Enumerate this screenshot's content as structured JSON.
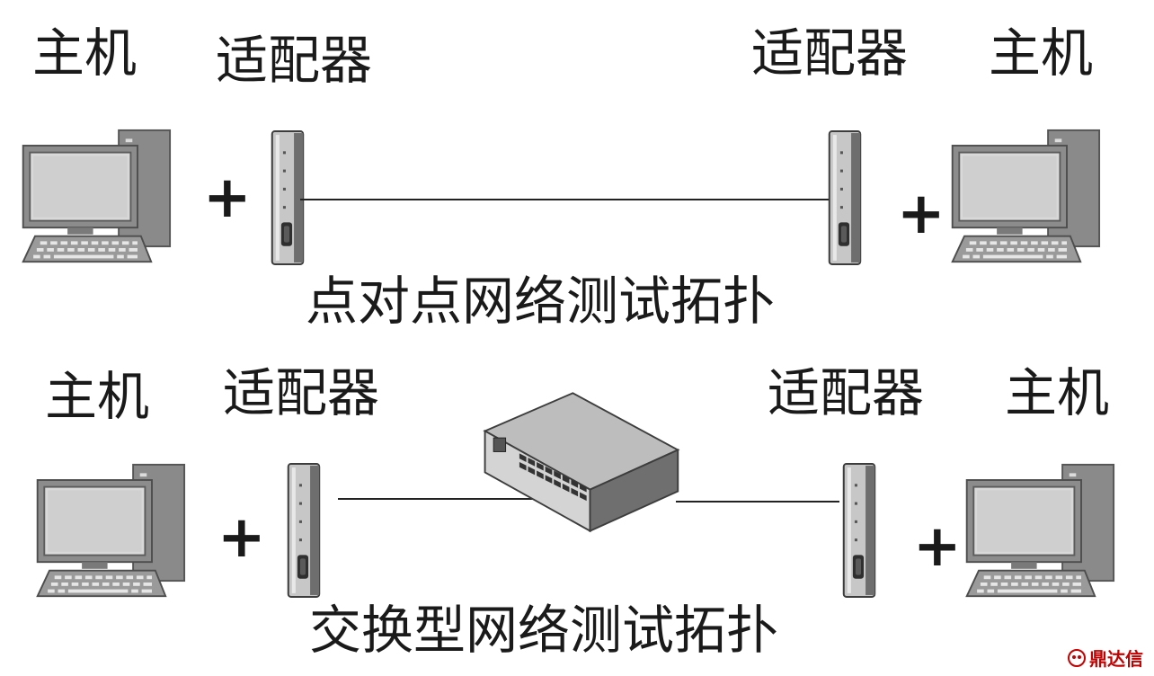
{
  "labels": {
    "host": "主机",
    "adapter": "适配器"
  },
  "plus": "+",
  "captions": {
    "p2p": "点对点网络测试拓扑",
    "switched": "交换型网络测试拓扑"
  },
  "watermark": "鼎达信",
  "colors": {
    "line": "#222222",
    "monitor_frame": "#8c8c8c",
    "screen": "#d9d9d9",
    "tower": "#8a8a8a",
    "switch_top": "#bdbdbd",
    "switch_side": "#6f6f6f",
    "watermark": "#c40000"
  }
}
